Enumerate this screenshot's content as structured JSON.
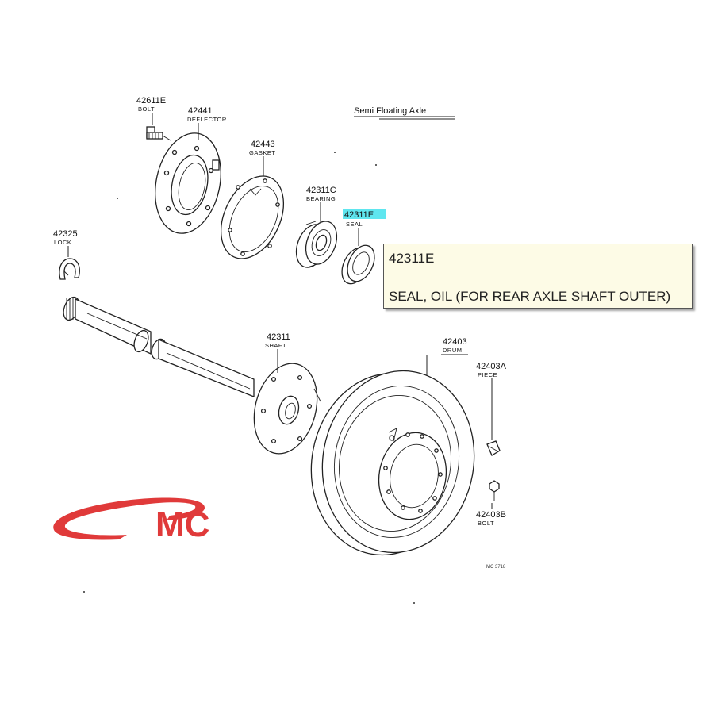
{
  "diagram": {
    "title": "Semi Floating Axle",
    "figure_code": "MC 3718",
    "parts": [
      {
        "number": "42611E",
        "name": "BOLT"
      },
      {
        "number": "42441",
        "name": "DEFLECTOR"
      },
      {
        "number": "42443",
        "name": "GASKET"
      },
      {
        "number": "42311C",
        "name": "BEARING"
      },
      {
        "number": "42311E",
        "name": "SEAL"
      },
      {
        "number": "42325",
        "name": "LOCK"
      },
      {
        "number": "42311",
        "name": "SHAFT"
      },
      {
        "number": "42403",
        "name": "DRUM"
      },
      {
        "number": "42403A",
        "name": "PIECE"
      },
      {
        "number": "42403B",
        "name": "BOLT"
      }
    ]
  },
  "tooltip": {
    "code": "42311E",
    "description": "SEAL, OIL (FOR REAR AXLE SHAFT OUTER)"
  },
  "logo": {
    "text": "MC",
    "color": "#e03a3a"
  },
  "colors": {
    "highlight": "#5fe6ef",
    "tooltip_bg": "#fdfbe6"
  }
}
